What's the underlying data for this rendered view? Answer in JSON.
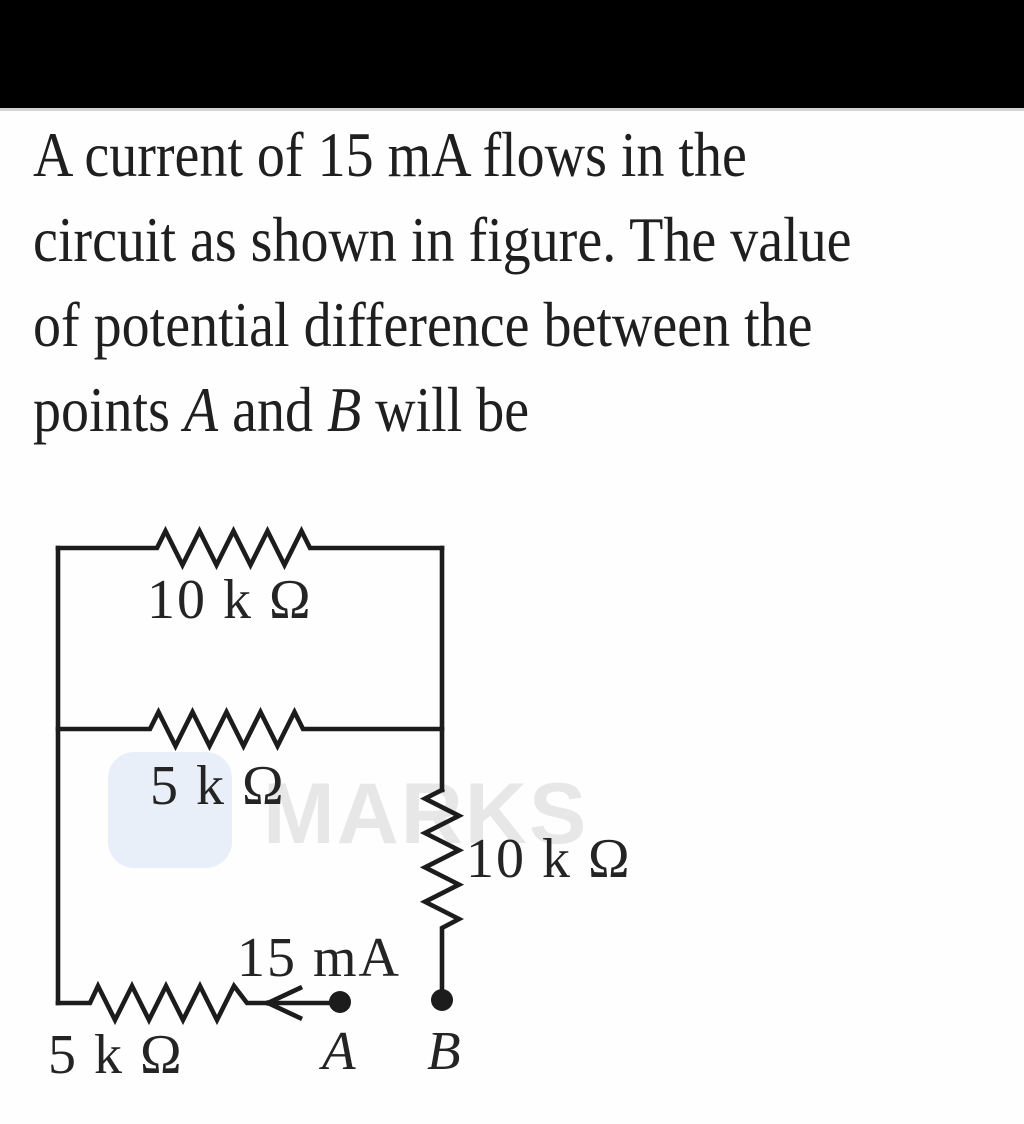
{
  "page": {
    "background": "#fefefe",
    "top_bar_color": "#000000"
  },
  "question": {
    "lines": [
      "A current of 15 mA flows in the",
      "circuit as shown in figure. The value",
      "of potential difference between the"
    ],
    "line4": {
      "before_a": "points ",
      "point_a": "A",
      "between": " and ",
      "point_b": "B",
      "after_b": " will be"
    }
  },
  "circuit": {
    "labels": {
      "top_resistor": "10 k Ω",
      "middle_resistor": "5 k Ω",
      "right_resistor": "10 k Ω",
      "current": "15 mA",
      "bottom_resistor": "5 k Ω",
      "terminal_a": "A",
      "terminal_b": "B"
    },
    "ink_color": "#1c1c1c"
  },
  "watermark": {
    "text": "MARKS",
    "text_color": "#e7e7e7",
    "blob_color": "#e9eff8"
  }
}
